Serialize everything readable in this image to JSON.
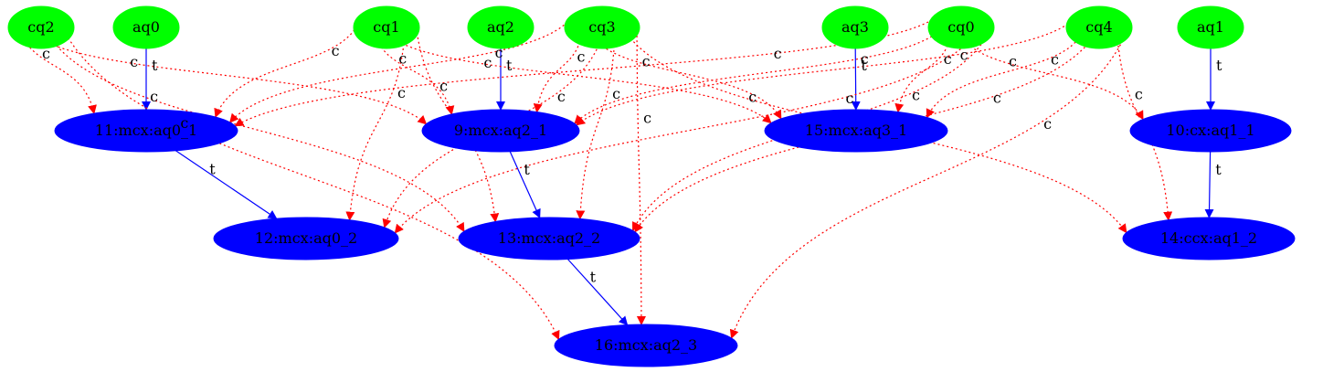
{
  "colors": {
    "qubit_node": "#00ff00",
    "gate_node": "#0000ff",
    "target_edge": "#0000ff",
    "control_edge": "#ff0000",
    "label": "#000000"
  },
  "nodes": [
    {
      "id": "cq2",
      "label": "cq2",
      "kind": "qubit"
    },
    {
      "id": "aq0",
      "label": "aq0",
      "kind": "qubit"
    },
    {
      "id": "cq1",
      "label": "cq1",
      "kind": "qubit"
    },
    {
      "id": "aq2",
      "label": "aq2",
      "kind": "qubit"
    },
    {
      "id": "cq3",
      "label": "cq3",
      "kind": "qubit"
    },
    {
      "id": "aq3",
      "label": "aq3",
      "kind": "qubit"
    },
    {
      "id": "cq0",
      "label": "cq0",
      "kind": "qubit"
    },
    {
      "id": "cq4",
      "label": "cq4",
      "kind": "qubit"
    },
    {
      "id": "aq1",
      "label": "aq1",
      "kind": "qubit"
    },
    {
      "id": "g11",
      "label": "11:mcx:aq0_1",
      "kind": "gate"
    },
    {
      "id": "g9",
      "label": "9:mcx:aq2_1",
      "kind": "gate"
    },
    {
      "id": "g15",
      "label": "15:mcx:aq3_1",
      "kind": "gate"
    },
    {
      "id": "g10",
      "label": "10:cx:aq1_1",
      "kind": "gate"
    },
    {
      "id": "g12",
      "label": "12:mcx:aq0_2",
      "kind": "gate"
    },
    {
      "id": "g13",
      "label": "13:mcx:aq2_2",
      "kind": "gate"
    },
    {
      "id": "g14",
      "label": "14:ccx:aq1_2",
      "kind": "gate"
    },
    {
      "id": "g16",
      "label": "16:mcx:aq2_3",
      "kind": "gate"
    }
  ],
  "edges": [
    {
      "from": "aq0",
      "to": "g11",
      "label": "t",
      "kind": "target"
    },
    {
      "from": "aq2",
      "to": "g9",
      "label": "t",
      "kind": "target"
    },
    {
      "from": "aq3",
      "to": "g15",
      "label": "t",
      "kind": "target"
    },
    {
      "from": "aq1",
      "to": "g10",
      "label": "t",
      "kind": "target"
    },
    {
      "from": "g11",
      "to": "g12",
      "label": "t",
      "kind": "target"
    },
    {
      "from": "g9",
      "to": "g13",
      "label": "t",
      "kind": "target"
    },
    {
      "from": "g10",
      "to": "g14",
      "label": "t",
      "kind": "target"
    },
    {
      "from": "g13",
      "to": "g16",
      "label": "t",
      "kind": "target"
    },
    {
      "from": "cq2",
      "to": "g11",
      "label": "c",
      "kind": "control"
    },
    {
      "from": "cq2",
      "to": "g9",
      "label": "c",
      "kind": "control"
    },
    {
      "from": "cq2",
      "to": "g13",
      "label": "c",
      "kind": "control"
    },
    {
      "from": "cq2",
      "to": "g16",
      "label": "c",
      "kind": "control"
    },
    {
      "from": "cq1",
      "to": "g11",
      "label": "c",
      "kind": "control"
    },
    {
      "from": "cq1",
      "to": "g9",
      "label": "c",
      "kind": "control"
    },
    {
      "from": "cq1",
      "to": "g15",
      "label": "c",
      "kind": "control"
    },
    {
      "from": "cq1",
      "to": "g12",
      "label": "c",
      "kind": "control"
    },
    {
      "from": "cq1",
      "to": "g13",
      "label": "c",
      "kind": "control"
    },
    {
      "from": "cq3",
      "to": "g11",
      "label": "c",
      "kind": "control"
    },
    {
      "from": "cq3",
      "to": "g9",
      "label": "c",
      "kind": "control"
    },
    {
      "from": "cq3",
      "to": "g15",
      "label": "c",
      "kind": "control"
    },
    {
      "from": "cq3",
      "to": "g12",
      "label": "c",
      "kind": "control"
    },
    {
      "from": "cq3",
      "to": "g13",
      "label": "c",
      "kind": "control"
    },
    {
      "from": "cq3",
      "to": "g14",
      "label": "c",
      "kind": "control"
    },
    {
      "from": "cq3",
      "to": "g16",
      "label": "c",
      "kind": "control"
    },
    {
      "from": "cq0",
      "to": "g11",
      "label": "c",
      "kind": "control"
    },
    {
      "from": "cq0",
      "to": "g9",
      "label": "c",
      "kind": "control"
    },
    {
      "from": "cq0",
      "to": "g15",
      "label": "c",
      "kind": "control"
    },
    {
      "from": "cq0",
      "to": "g10",
      "label": "c",
      "kind": "control"
    },
    {
      "from": "cq0",
      "to": "g12",
      "label": "c",
      "kind": "control"
    },
    {
      "from": "cq0",
      "to": "g13",
      "label": "c",
      "kind": "control"
    },
    {
      "from": "cq4",
      "to": "g9",
      "label": "c",
      "kind": "control"
    },
    {
      "from": "cq4",
      "to": "g15",
      "label": "c",
      "kind": "control"
    },
    {
      "from": "cq4",
      "to": "g13",
      "label": "c",
      "kind": "control"
    },
    {
      "from": "cq4",
      "to": "g14",
      "label": "c",
      "kind": "control"
    },
    {
      "from": "cq4",
      "to": "g16",
      "label": "c",
      "kind": "control"
    }
  ]
}
